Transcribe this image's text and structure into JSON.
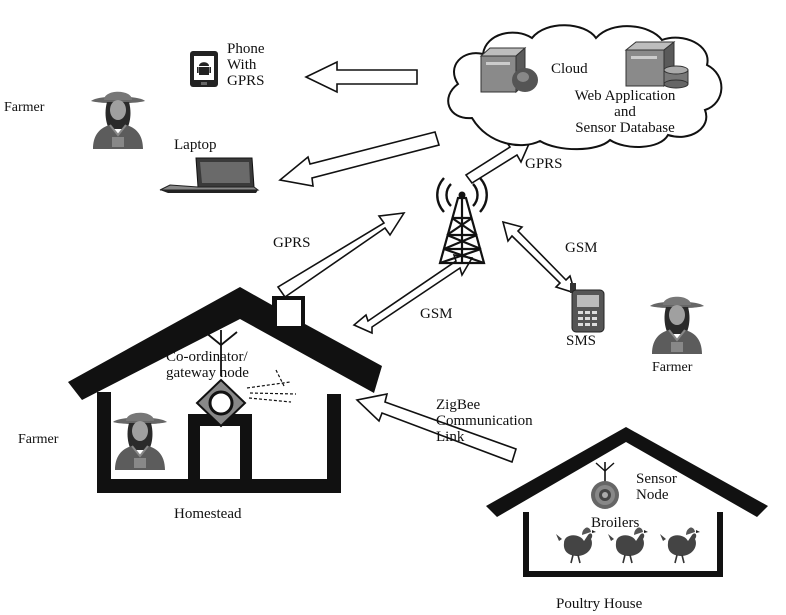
{
  "labels": {
    "phone": [
      "Phone",
      "With",
      "GPRS"
    ],
    "cloud": "Cloud",
    "cloud_app": [
      "Web Application",
      "and",
      "Sensor Database"
    ],
    "farmer_top": "Farmer",
    "laptop": "Laptop",
    "gprs_cloud": "GPRS",
    "gprs_house": "GPRS",
    "gsm_house": "GSM",
    "gsm_sms": "GSM",
    "sms": "SMS",
    "farmer_right": "Farmer",
    "coordinator": [
      "Co-ordinator/",
      "gateway node"
    ],
    "zigbee": [
      "ZigBee",
      "Communication",
      "Link"
    ],
    "farmer_left": "Farmer",
    "homestead": "Homestead",
    "sensor_node": [
      "Sensor",
      "Node"
    ],
    "broilers": "Broilers",
    "poultry_house": "Poultry House"
  },
  "icons": [
    "phone-icon",
    "cloud-icon",
    "server-icon",
    "database-server-icon",
    "farmer-icon",
    "laptop-icon",
    "tower-icon",
    "mobile-phone-icon",
    "house-icon",
    "antenna-icon",
    "gateway-node-icon",
    "sensor-node-icon",
    "chicken-icon"
  ]
}
